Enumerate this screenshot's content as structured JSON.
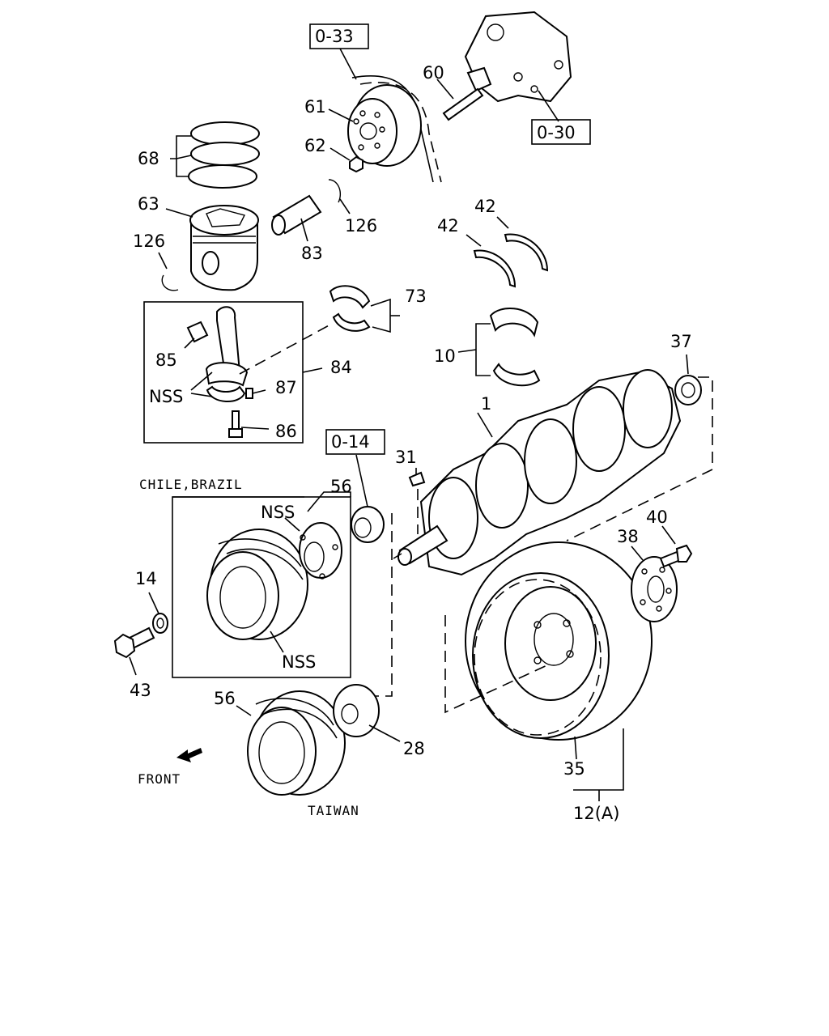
{
  "refs": {
    "ref_0_33": "0-33",
    "ref_0_30": "0-30",
    "ref_0_14": "0-14"
  },
  "labels": {
    "l1": "1",
    "l10": "10",
    "l12a": "12(A)",
    "l14": "14",
    "l28": "28",
    "l31": "31",
    "l35": "35",
    "l37": "37",
    "l38": "38",
    "l40": "40",
    "l42a": "42",
    "l42b": "42",
    "l43": "43",
    "l56a": "56",
    "l56b": "56",
    "l60": "60",
    "l61": "61",
    "l62": "62",
    "l63": "63",
    "l68": "68",
    "l73": "73",
    "l83": "83",
    "l84": "84",
    "l85": "85",
    "l86": "86",
    "l87": "87",
    "l126a": "126",
    "l126b": "126",
    "nss_rod": "NSS",
    "nss_hub": "NSS",
    "nss_pulley": "NSS"
  },
  "notes": {
    "chile_brazil": "CHILE,BRAZIL",
    "taiwan": "TAIWAN",
    "front": "FRONT"
  }
}
